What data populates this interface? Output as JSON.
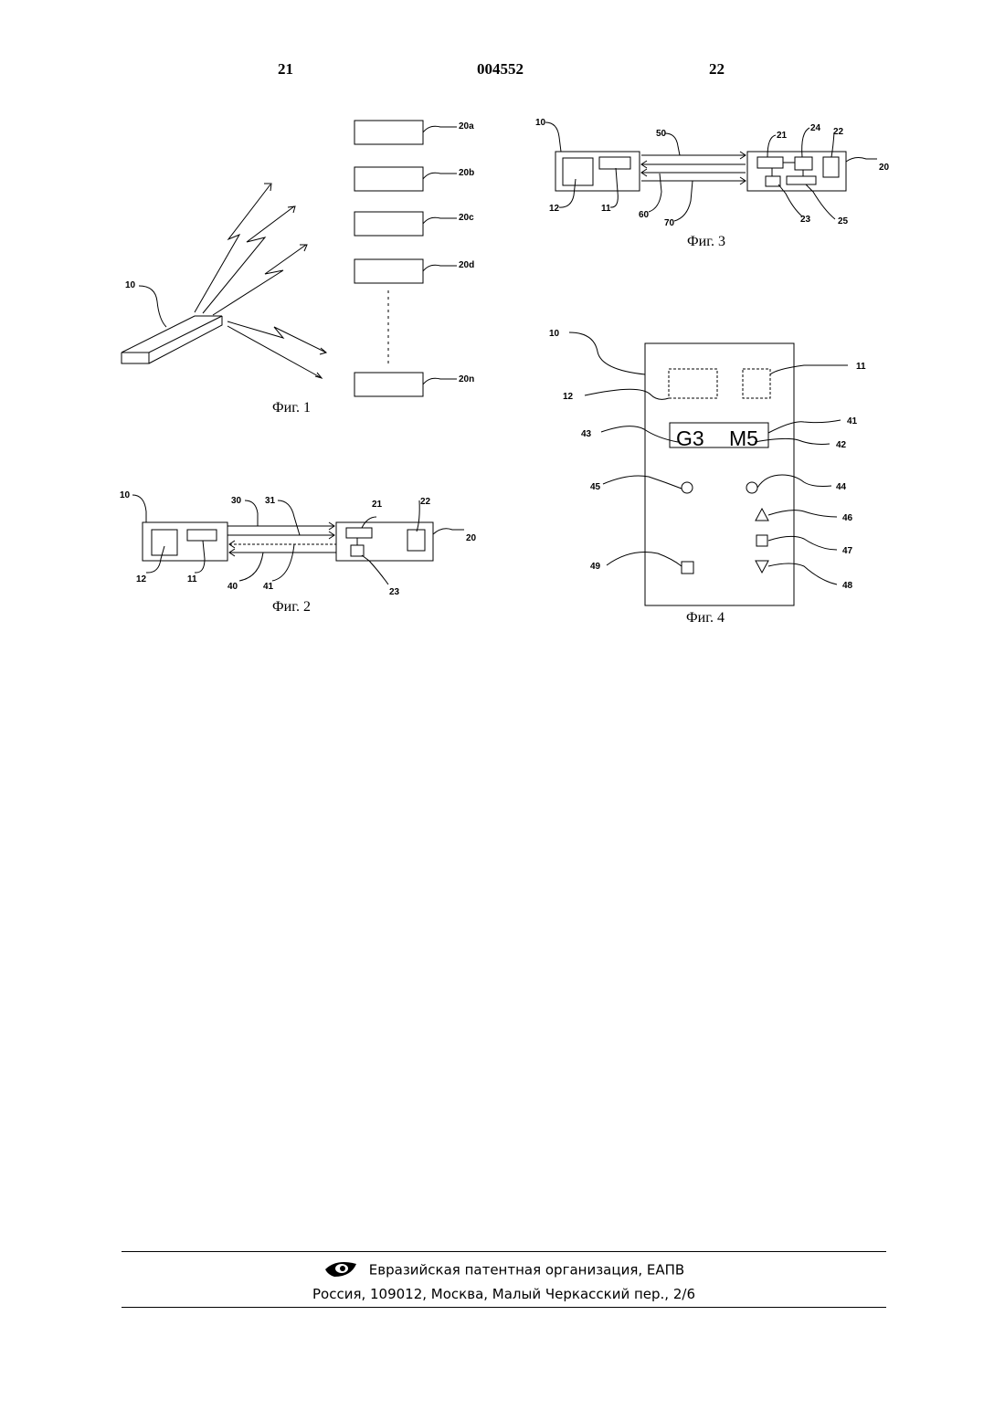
{
  "header": {
    "left_page": "21",
    "doc_number": "004552",
    "right_page": "22"
  },
  "figures": {
    "fig1": {
      "caption": "Фиг. 1",
      "labels": {
        "device": "10",
        "r_a": "20a",
        "r_b": "20b",
        "r_c": "20c",
        "r_d": "20d",
        "r_n": "20n"
      }
    },
    "fig2": {
      "caption": "Фиг. 2",
      "labels": {
        "l10": "10",
        "l30": "30",
        "l31": "31",
        "l21": "21",
        "l22": "22",
        "l20": "20",
        "l12": "12",
        "l11": "11",
        "l40": "40",
        "l41": "41",
        "l23": "23"
      }
    },
    "fig3": {
      "caption": "Фиг. 3",
      "labels": {
        "l10": "10",
        "l50": "50",
        "l21": "21",
        "l24": "24",
        "l22": "22",
        "l20": "20",
        "l12": "12",
        "l11": "11",
        "l60": "60",
        "l70": "70",
        "l23": "23",
        "l25": "25"
      }
    },
    "fig4": {
      "caption": "Фиг. 4",
      "display": {
        "left": "G3",
        "right": "M5"
      },
      "labels": {
        "l10": "10",
        "l11": "11",
        "l12": "12",
        "l41": "41",
        "l42": "42",
        "l43": "43",
        "l44": "44",
        "l45": "45",
        "l46": "46",
        "l47": "47",
        "l48": "48",
        "l49": "49"
      }
    }
  },
  "footer": {
    "organization": "Евразийская патентная организация, ЕАПВ",
    "address": "Россия, 109012, Москва, Малый Черкасский пер., 2/6",
    "logo_icon": "eye-logo-icon"
  }
}
